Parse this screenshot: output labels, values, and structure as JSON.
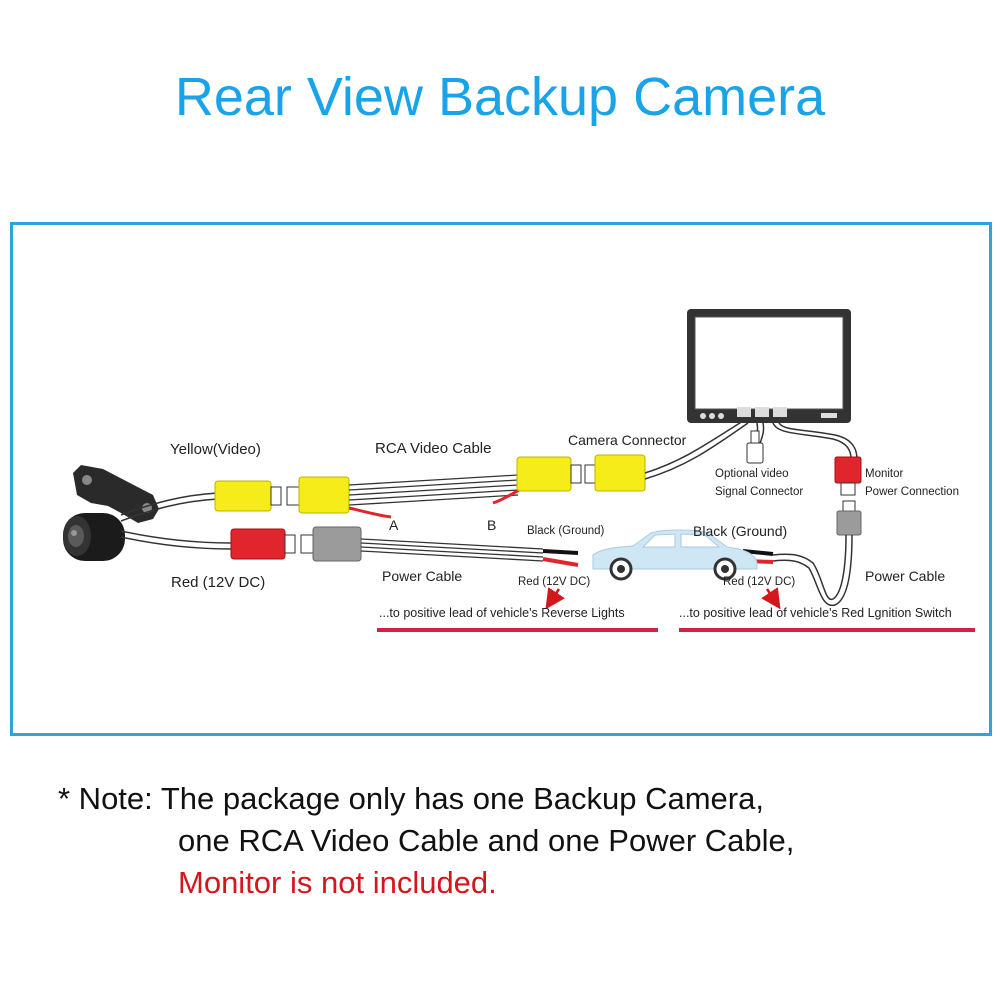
{
  "title": "Rear View Backup Camera",
  "colors": {
    "accent_blue": "#1aa3e8",
    "frame_blue": "#2ea3dc",
    "connector_yellow": "#f5ec1a",
    "connector_red": "#e0262c",
    "connector_gray": "#9b9b9b",
    "underline_red": "#d81e48",
    "note_red": "#d4161d",
    "car_blue": "#cfe6f5"
  },
  "diagram": {
    "labels": {
      "yellow_video": "Yellow(Video)",
      "red_12v": "Red (12V DC)",
      "rca_video_cable": "RCA Video Cable",
      "point_a": "A",
      "point_b": "B",
      "camera_connector": "Camera Connector",
      "optional_video_1": "Optional video",
      "optional_video_2": "Signal Connector",
      "monitor_power_1": "Monitor",
      "monitor_power_2": "Power Connection",
      "power_cable_left": "Power Cable",
      "black_ground_left": "Black (Ground)",
      "red_12v_left": "Red (12V DC)",
      "black_ground_right": "Black (Ground)",
      "red_12v_right": "Red (12V DC)",
      "power_cable_right": "Power Cable",
      "reverse_lights": "...to positive lead of vehicle's Reverse Lights",
      "ignition_switch": "...to positive lead of vehicle's Red Lgnition Switch"
    }
  },
  "note": {
    "prefix": "* Note: ",
    "line1": "The package only has one Backup Camera,",
    "line2": "one RCA Video Cable and one Power Cable,",
    "line3": "Monitor is not included."
  }
}
